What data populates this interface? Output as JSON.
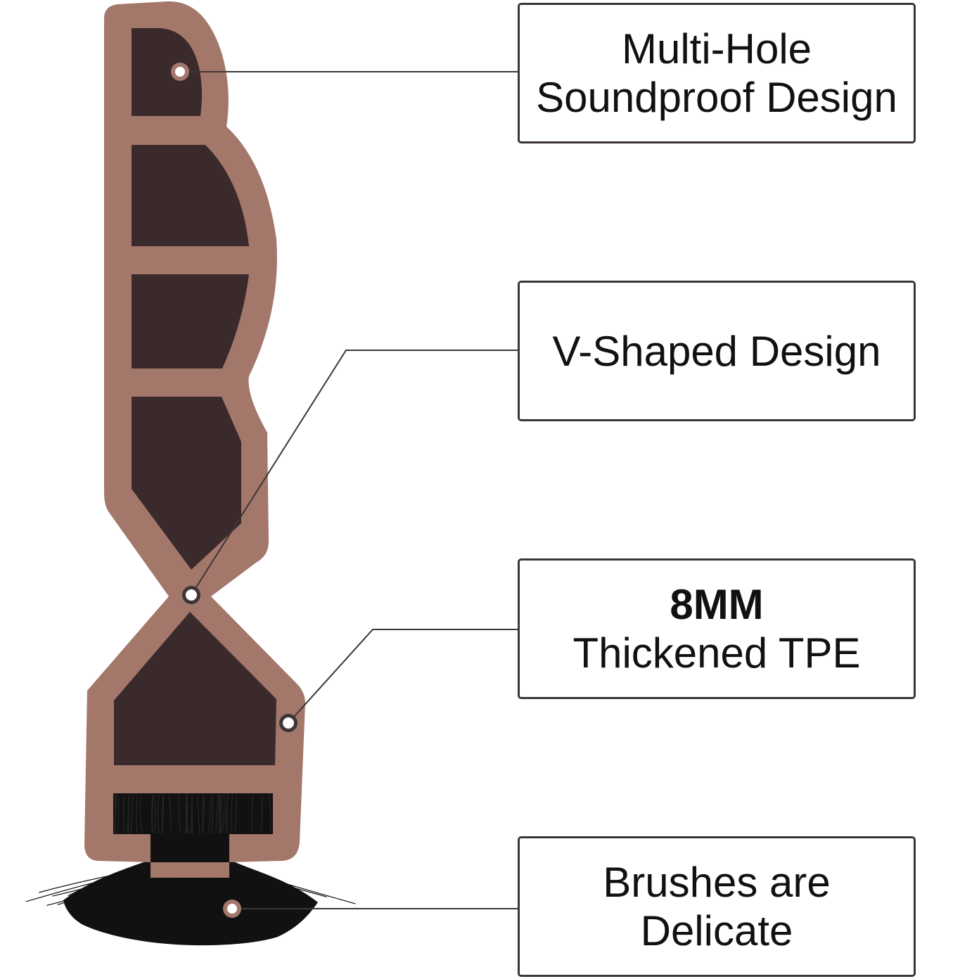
{
  "colors": {
    "profile_outer": "#a4776b",
    "profile_inner": "#3b2a2b",
    "bristles": "#111111",
    "leader_line": "#3d3537",
    "box_border": "#3d3537",
    "text": "#111111"
  },
  "callouts": {
    "multi_hole": {
      "line1": "Multi-Hole",
      "line2": "Soundproof Design"
    },
    "v_shaped": {
      "line1": "V-Shaped Design"
    },
    "thickened_tpe": {
      "line1": "8MM",
      "line2": "Thickened TPE"
    },
    "brushes": {
      "line1": "Brushes are",
      "line2": "Delicate"
    }
  }
}
